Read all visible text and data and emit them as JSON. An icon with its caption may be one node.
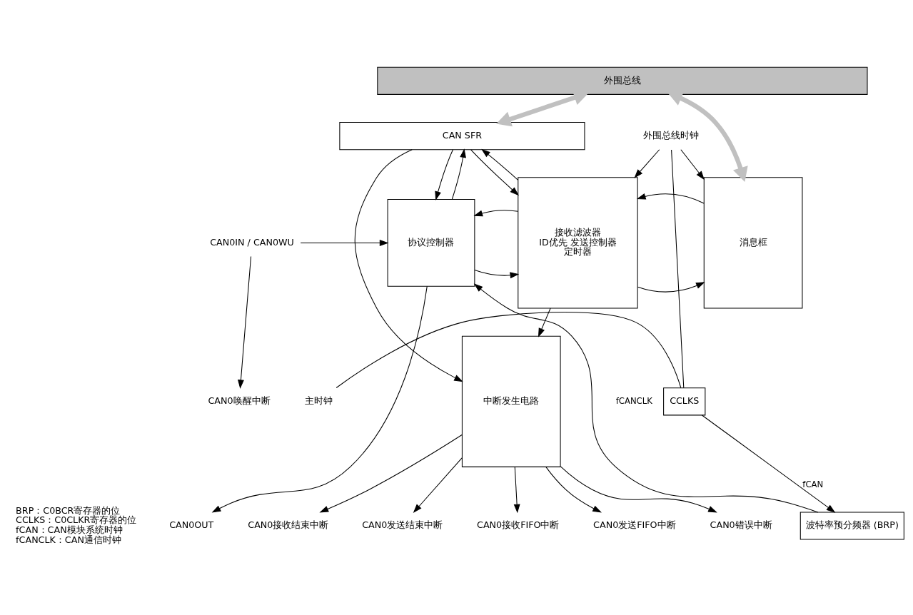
{
  "diagram": {
    "nodes": [
      {
        "text": [
          "外围总线"
        ]
      },
      {
        "text": [
          "CAN SFR"
        ]
      },
      {
        "text": [
          "协议控制器"
        ]
      },
      {
        "text": [
          "接收滤波器",
          "ID优先 发送控制器",
          "定时器"
        ]
      },
      {
        "text": [
          "消息框"
        ]
      },
      {
        "text": [
          "波特率预分频器 (BRP)"
        ]
      },
      {
        "text": [
          "中断发生电路"
        ]
      },
      {
        "text": [
          "CCLKS"
        ]
      },
      {
        "text": [
          "CAN0IN / CAN0WU"
        ]
      },
      {
        "text": [
          "CAN0OUT"
        ]
      },
      {
        "text": [
          "外围总线时钟"
        ]
      },
      {
        "text": [
          "主时钟"
        ]
      },
      {
        "text": [
          "CAN0唤醒中断"
        ]
      },
      {
        "text": [
          "CAN0接收结束中断"
        ]
      },
      {
        "text": [
          "CAN0发送结束中断"
        ]
      },
      {
        "text": [
          "CAN0接收FIFO中断"
        ]
      },
      {
        "text": [
          "CAN0发送FIFO中断"
        ]
      },
      {
        "text": [
          "CAN0错误中断"
        ]
      }
    ],
    "edges": [
      {
        "from": 0,
        "to": 1,
        "arrow": "both",
        "style": "thick",
        "color": "#c0c0c0"
      },
      {
        "from": 0,
        "to": 4,
        "arrow": "both",
        "style": "thick",
        "color": "#c0c0c0"
      },
      {
        "from": 1,
        "to": 2,
        "arrow": "to"
      },
      {
        "from": 2,
        "to": 1,
        "arrow": "to"
      },
      {
        "from": 1,
        "to": 3,
        "arrow": "to"
      },
      {
        "from": 3,
        "to": 1,
        "arrow": "to"
      },
      {
        "from": 1,
        "to": 6,
        "arrow": "to"
      },
      {
        "from": 8,
        "to": 2,
        "arrow": "to"
      },
      {
        "from": 8,
        "to": 12,
        "arrow": "to"
      },
      {
        "from": 2,
        "to": 9,
        "arrow": "to"
      },
      {
        "from": 2,
        "to": 3,
        "arrow": "to"
      },
      {
        "from": 3,
        "to": 2,
        "arrow": "to"
      },
      {
        "from": 3,
        "to": 4,
        "arrow": "to"
      },
      {
        "from": 4,
        "to": 3,
        "arrow": "to"
      },
      {
        "from": 5,
        "to": 2,
        "arrow": "to",
        "label": "fCANCLK"
      },
      {
        "from": 10,
        "to": 3,
        "arrow": "to"
      },
      {
        "from": 10,
        "to": 4,
        "arrow": "to"
      },
      {
        "from": 10,
        "to": 7,
        "arrow": "none"
      },
      {
        "from": 11,
        "to": 7,
        "arrow": "none"
      },
      {
        "from": 7,
        "to": 5,
        "arrow": "to",
        "label": "fCAN"
      },
      {
        "from": 3,
        "to": 6,
        "arrow": "to"
      },
      {
        "from": 6,
        "to": 13,
        "arrow": "to"
      },
      {
        "from": 6,
        "to": 14,
        "arrow": "to"
      },
      {
        "from": 6,
        "to": 15,
        "arrow": "to"
      },
      {
        "from": 6,
        "to": 16,
        "arrow": "to"
      },
      {
        "from": 6,
        "to": 17,
        "arrow": "to"
      }
    ],
    "labels": [
      "BRP：C0BCR寄存器的位",
      "CCLKS：C0CLKR寄存器的位",
      "fCAN：CAN模块系统时钟",
      "fCANCLK：CAN通信时钟"
    ]
  }
}
